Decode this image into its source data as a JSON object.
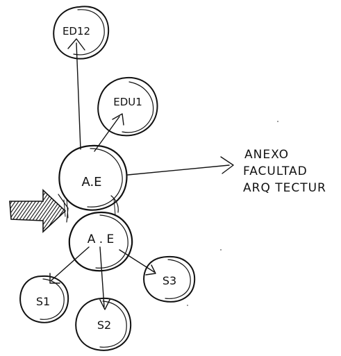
{
  "diagram": {
    "nodes": {
      "ed12": "ED12",
      "edu1": "EDU1",
      "ae_upper": "A.E",
      "ae_lower": "A . E",
      "s1": "S1",
      "s2": "S2",
      "s3": "S3"
    },
    "annotation_lines": [
      "ANEXO",
      "FACULTAD",
      "ARQ TECTUR"
    ],
    "ink_color": "#111111"
  }
}
